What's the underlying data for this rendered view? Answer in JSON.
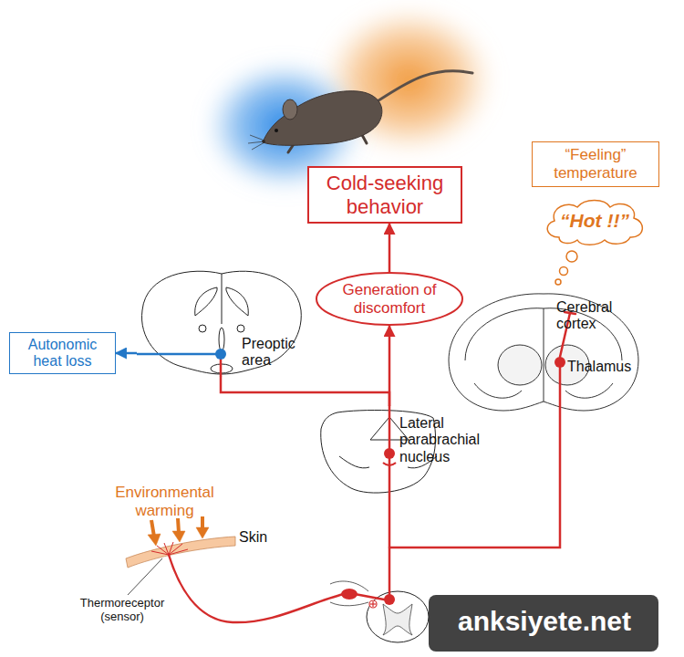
{
  "diagram": {
    "nodes": [
      {
        "text": [
          "Cold-seeking behavior"
        ]
      },
      {
        "text": [
          "Generation of discomfort"
        ]
      },
      {
        "text": [
          "“Feeling” temperature"
        ]
      },
      {
        "text": [
          "“Hot !!”"
        ]
      },
      {
        "text": [
          "Autonomic heat loss"
        ]
      },
      {
        "text": [
          "Preoptic area"
        ]
      },
      {
        "text": [
          "Lateral parabrachial nucleus"
        ]
      },
      {
        "text": [
          "Cerebral cortex",
          "Thalamus"
        ]
      }
    ],
    "edges": [
      {
        "from": 1,
        "to": 0,
        "arrow": "to"
      },
      {
        "from": 6,
        "to": 1,
        "arrow": "to"
      },
      {
        "from": 6,
        "to": 5,
        "arrow": "none"
      },
      {
        "from": 5,
        "to": 4,
        "arrow": "to"
      }
    ],
    "labels": [
      "Environmental warming",
      "Skin",
      "Thermoreceptor (sensor)",
      "anksiyete.net"
    ]
  }
}
